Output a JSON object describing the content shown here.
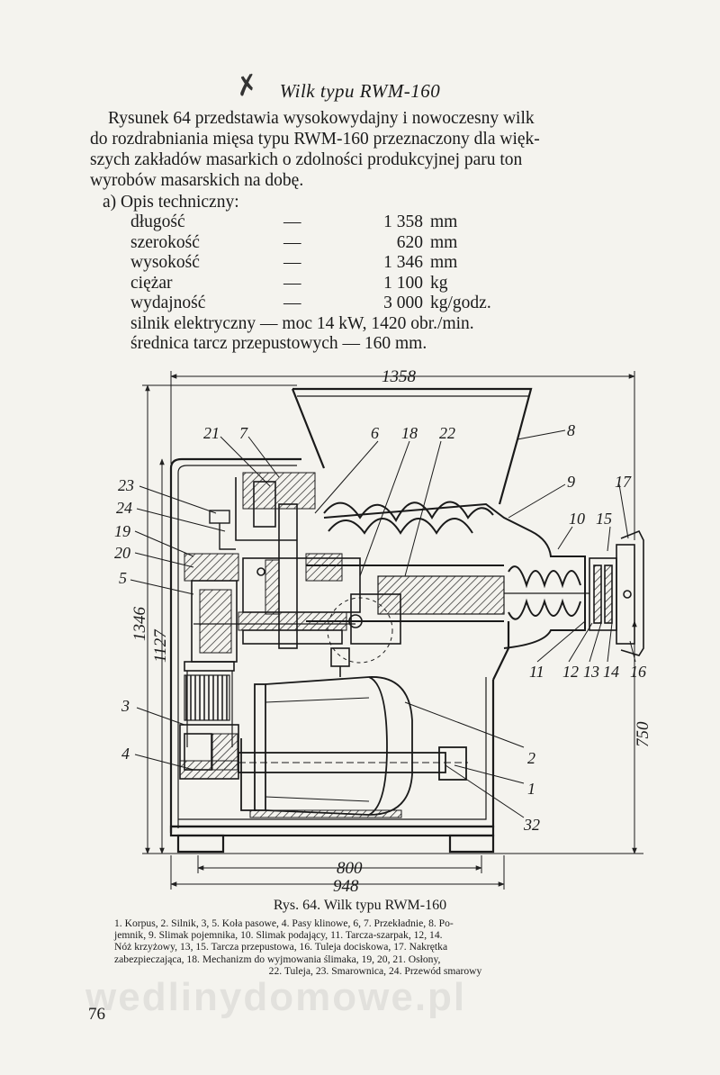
{
  "title": "Wilk typu RWM-160",
  "intro_lines": [
    "Rysunek 64 przedstawia wysokowydajny i nowoczesny wilk",
    "do rozdrabniania mięsa typu RWM-160 przeznaczony dla więk-",
    "szych zakładów masarkich o zdolności produkcyjnej paru ton",
    "wyrobów masarskich na dobę."
  ],
  "spec_heading": "a)  Opis techniczny:",
  "specs": [
    {
      "name": "długość",
      "dash": "—",
      "value": "1 358",
      "unit": "mm"
    },
    {
      "name": "szerokość",
      "dash": "—",
      "value": "620",
      "unit": "mm"
    },
    {
      "name": "wysokość",
      "dash": "—",
      "value": "1 346",
      "unit": "mm"
    },
    {
      "name": "ciężar",
      "dash": "—",
      "value": "1 100",
      "unit": "kg"
    },
    {
      "name": "wydajność",
      "dash": "—",
      "value": "3 000",
      "unit": "kg/godz."
    }
  ],
  "spec_motor": "silnik elektryczny — moc 14 kW, 1420 obr./min.",
  "spec_plate": "średnica tarcz przepustowych — 160 mm.",
  "figure": {
    "dims": {
      "total_length": "1358",
      "height": "1346",
      "height_inner": "1127",
      "height_right": "750",
      "base_inner": "800",
      "base_outer": "948"
    },
    "labels": [
      "21",
      "7",
      "6",
      "18",
      "22",
      "8",
      "23",
      "24",
      "19",
      "20",
      "5",
      "9",
      "17",
      "10",
      "15",
      "11",
      "12",
      "13",
      "14",
      "16",
      "3",
      "4",
      "2",
      "1",
      "32"
    ]
  },
  "caption": "Rys. 64. Wilk typu RWM-160",
  "legend_lines": [
    "1. Korpus, 2. Silnik, 3, 5. Koła pasowe, 4. Pasy klinowe, 6, 7. Przekładnie, 8. Po-",
    "jemnik, 9. Slimak pojemnika, 10. Slimak podający, 11. Tarcza-szarpak, 12, 14.",
    "Nóż krzyżowy, 13, 15. Tarcza przepustowa, 16. Tuleja dociskowa, 17. Nakrętka",
    "zabezpieczająca, 18. Mechanizm do wyjmowania ślimaka, 19, 20, 21. Osłony,",
    "22. Tuleja, 23. Smarownica, 24. Przewód smarowy"
  ],
  "watermark": "wedlinydomowe.pl",
  "page_number": "76"
}
